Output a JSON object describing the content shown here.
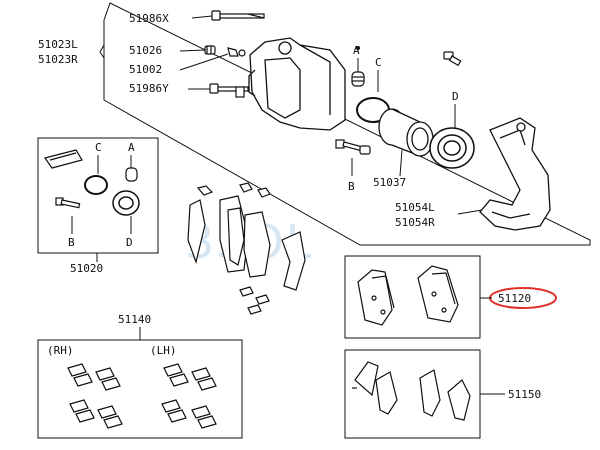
{
  "watermark": "3SOL",
  "labels": {
    "p51986x": "51986X",
    "p51023l": "51023L",
    "p51023r": "51023R",
    "p51026": "51026",
    "p51002": "51002",
    "p51986y": "51986Y",
    "p51037": "51037",
    "p51054l": "51054L",
    "p51054r": "51054R",
    "p51020": "51020",
    "p51140": "51140",
    "p51120": "51120",
    "p51150": "51150",
    "rh": "(RH)",
    "lh": "(LH)"
  },
  "callouts": {
    "main_a": "A",
    "main_c": "C",
    "main_d": "D",
    "main_b": "B",
    "kit_c": "C",
    "kit_a": "A",
    "kit_b": "B",
    "kit_d": "D"
  },
  "colors": {
    "line": "#111111",
    "highlight": "#e0302a",
    "watermark": "#d6e6f2"
  },
  "highlighted_part": "51120"
}
